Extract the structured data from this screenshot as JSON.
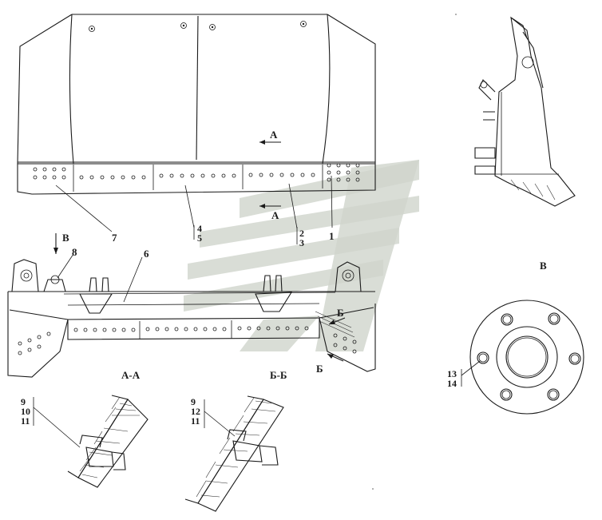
{
  "views": {
    "section_aa": "А-А",
    "section_bb": "Б-Б",
    "view_v": "В"
  },
  "markers": {
    "a_top": "А",
    "a_bottom": "А",
    "v_arrow": "В",
    "b_upper": "Б",
    "b_lower": "Б"
  },
  "callouts": {
    "c1": "1",
    "c2": "2",
    "c3": "3",
    "c4": "4",
    "c5": "5",
    "c6": "6",
    "c7": "7",
    "c8": "8",
    "c13": "13",
    "c14": "14"
  },
  "detail_aa": {
    "n1": "9",
    "n2": "10",
    "n3": "11"
  },
  "detail_bb": {
    "n1": "9",
    "n2": "12",
    "n3": "11"
  },
  "colors": {
    "line": "#1a1a1a",
    "watermark": "#cfd5cc"
  }
}
